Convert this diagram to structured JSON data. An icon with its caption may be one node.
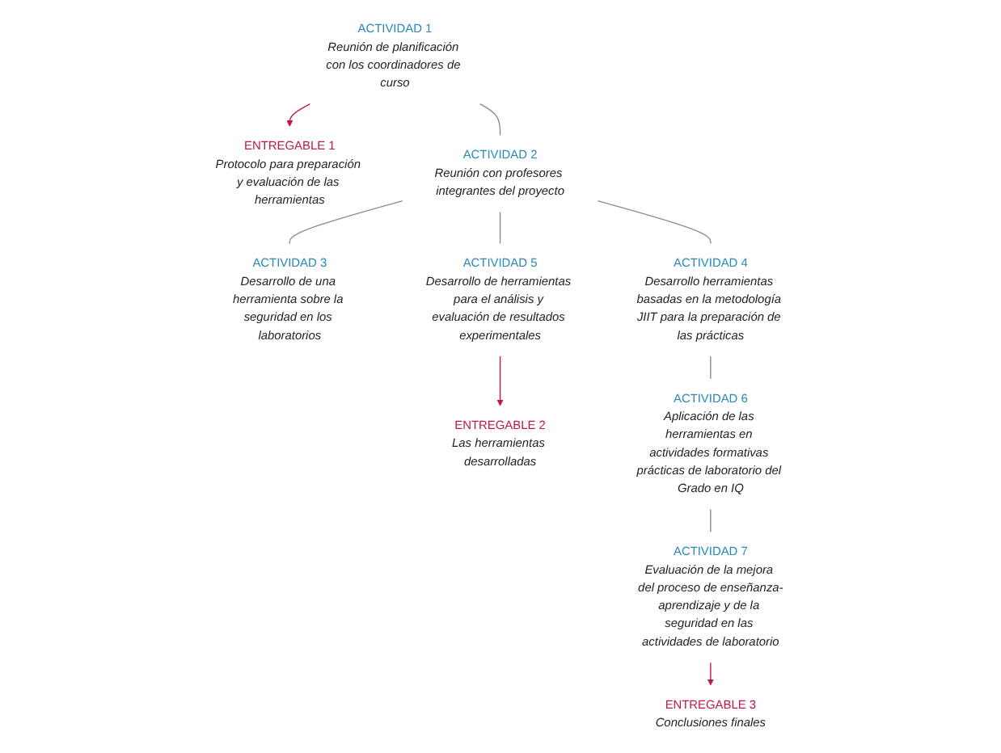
{
  "diagram": {
    "nodes": [
      {
        "text": [
          "ACTIVIDAD 1",
          "Reunión de planificación con los coordinadores de curso"
        ]
      },
      {
        "text": [
          "ENTREGABLE 1",
          "Protocolo para preparación y evaluación de las herramientas"
        ]
      },
      {
        "text": [
          "ACTIVIDAD 2",
          "Reunión con profesores integrantes del proyecto"
        ]
      },
      {
        "text": [
          "ACTIVIDAD 3",
          "Desarrollo de una herramienta sobre la seguridad en los laboratorios"
        ]
      },
      {
        "text": [
          "ACTIVIDAD 4",
          "Desarrollo herramientas basadas en la metodología JIIT para la preparación de las prácticas"
        ]
      },
      {
        "text": [
          "ACTIVIDAD 5",
          "Desarrollo de herramientas para el análisis y evaluación de resultados experimentales"
        ]
      },
      {
        "text": [
          "ENTREGABLE 2",
          "Las herramientas desarrolladas"
        ]
      },
      {
        "text": [
          "ACTIVIDAD 6",
          "Aplicación de las herramientas en actividades formativas prácticas de laboratorio del Grado en IQ"
        ]
      },
      {
        "text": [
          "ACTIVIDAD 7",
          "Evaluación de la mejora del proceso de enseñanza-aprendizaje y de la seguridad en las actividades de laboratorio"
        ]
      },
      {
        "text": [
          "ENTREGABLE 3",
          "Conclusiones finales"
        ]
      }
    ],
    "edges": [
      {
        "from": 0,
        "to": 1,
        "arrow": "to",
        "color": "#c0174a"
      },
      {
        "from": 0,
        "to": 2,
        "arrow": "none"
      },
      {
        "from": 2,
        "to": 3,
        "arrow": "none"
      },
      {
        "from": 2,
        "to": 4,
        "arrow": "none"
      },
      {
        "from": 2,
        "to": 5,
        "arrow": "none"
      },
      {
        "from": 5,
        "to": 6,
        "arrow": "to",
        "color": "#c0174a"
      },
      {
        "from": 4,
        "to": 7,
        "arrow": "none"
      },
      {
        "from": 7,
        "to": 8,
        "arrow": "none"
      },
      {
        "from": 8,
        "to": 9,
        "arrow": "to",
        "color": "#c0174a"
      }
    ]
  }
}
